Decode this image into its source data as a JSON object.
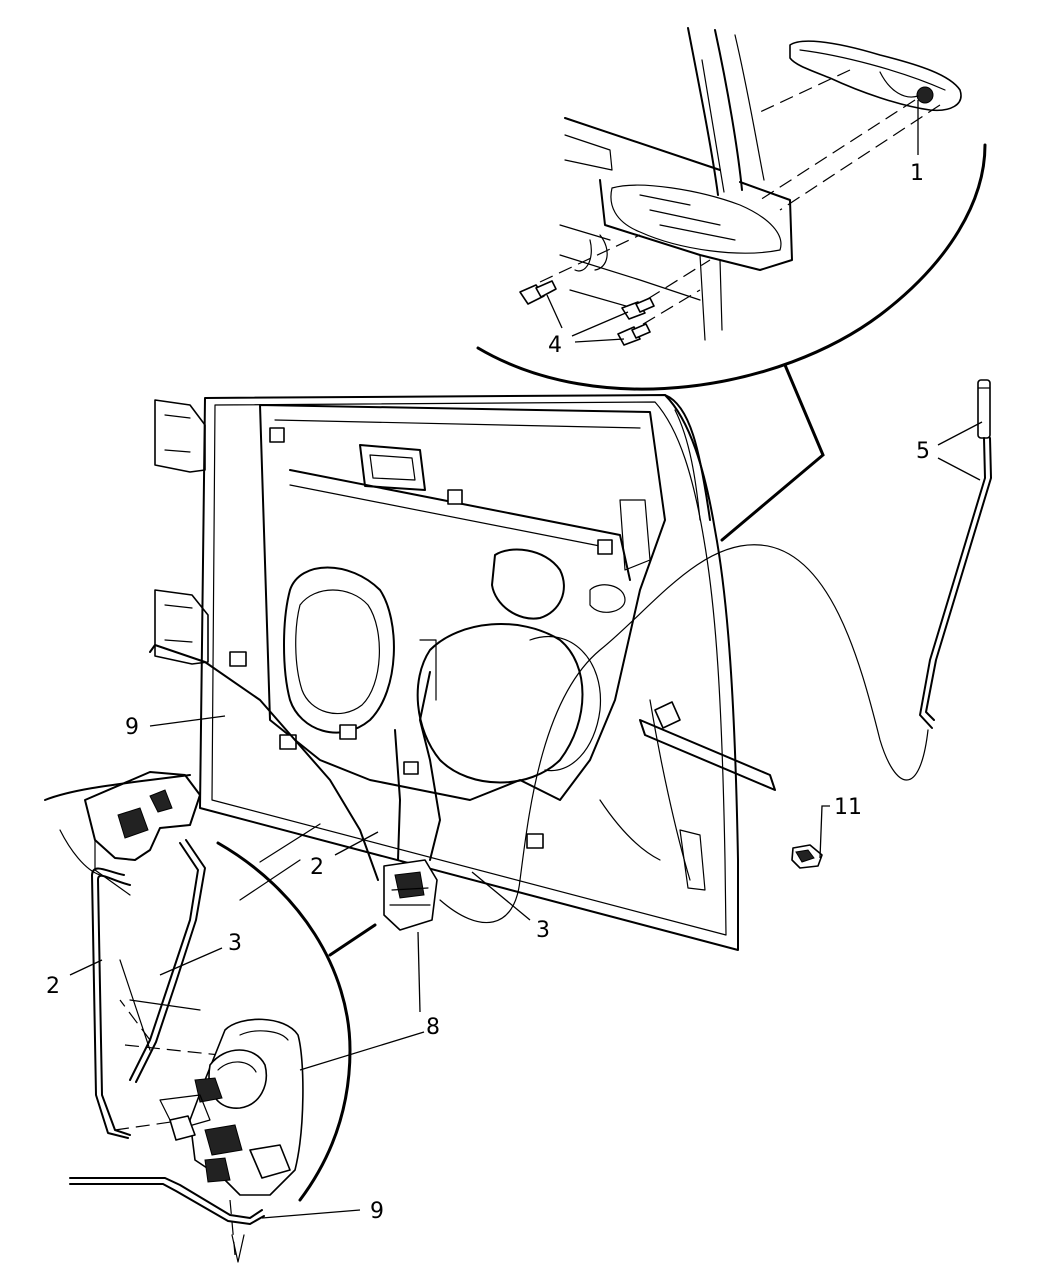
{
  "callouts": [
    {
      "id": "c1",
      "label": "1"
    },
    {
      "id": "c4",
      "label": "4"
    },
    {
      "id": "c5",
      "label": "5"
    },
    {
      "id": "c9a",
      "label": "9"
    },
    {
      "id": "c11",
      "label": "11"
    },
    {
      "id": "c2a",
      "label": "2"
    },
    {
      "id": "c3a",
      "label": "3"
    },
    {
      "id": "c2b",
      "label": "2"
    },
    {
      "id": "c3b",
      "label": "3"
    },
    {
      "id": "c8",
      "label": "8"
    },
    {
      "id": "c9b",
      "label": "9"
    }
  ],
  "parts": {
    "1": "outside-door-handle",
    "2": "lock-rod",
    "3": "latch-rod",
    "4": "handle-bolts",
    "5": "lock-cylinder-rod",
    "8": "door-latch",
    "9": "release-rod",
    "11": "push-pin-clip"
  }
}
